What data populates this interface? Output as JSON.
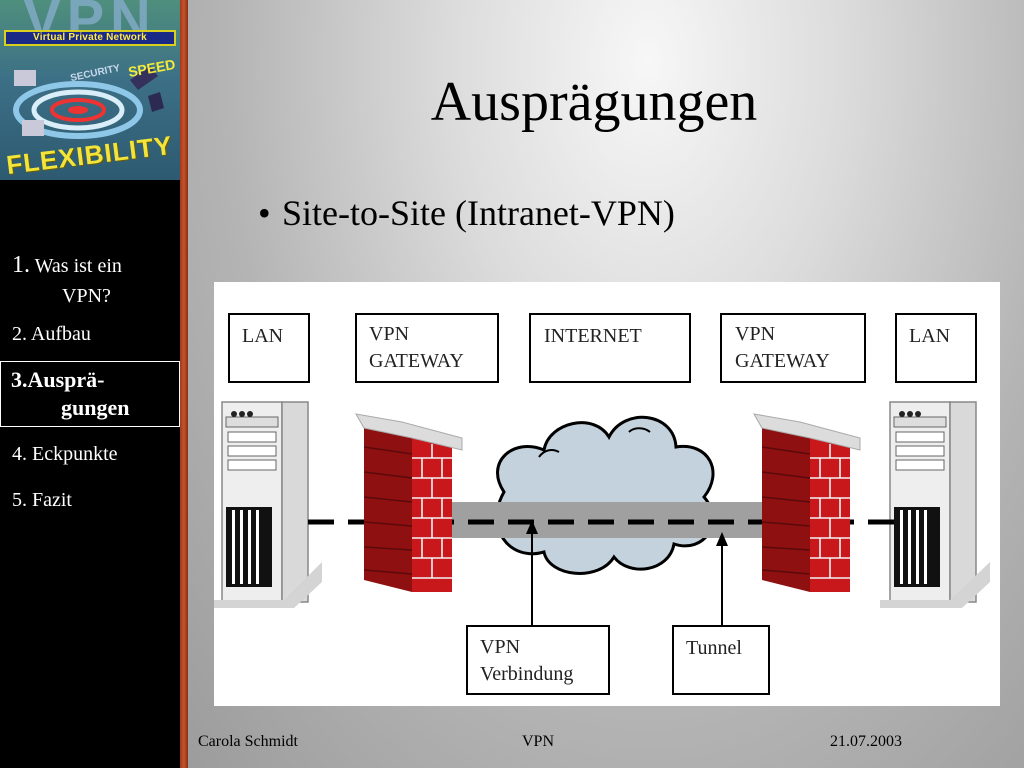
{
  "logo": {
    "big_text": "VPN",
    "band_text": "Virtual Private Network",
    "security_text": "SECURITY",
    "speed_text": "SPEED",
    "flexibility_text": "FLEXIBILITY"
  },
  "nav": {
    "items": [
      {
        "num": "1.",
        "label": "Was ist ein",
        "label2": "VPN?"
      },
      {
        "label": "2. Aufbau"
      },
      {
        "label": "3.Ausprä-",
        "label2": "gungen",
        "active": true
      },
      {
        "label": "4. Eckpunkte"
      },
      {
        "label": "5. Fazit"
      }
    ]
  },
  "slide": {
    "title": "Ausprägungen",
    "bullet_mark": "•",
    "bullet": "Site-to-Site (Intranet-VPN)"
  },
  "diagram": {
    "boxes": {
      "lan_left": "LAN",
      "vpn_gw_left_1": "VPN",
      "vpn_gw_left_2": "GATEWAY",
      "internet": "INTERNET",
      "vpn_gw_right_1": "VPN",
      "vpn_gw_right_2": "GATEWAY",
      "lan_right": "LAN",
      "connection_1": "VPN",
      "connection_2": "Verbindung",
      "tunnel": "Tunnel"
    },
    "colors": {
      "brick": "#c8181c",
      "brick_dark": "#6e0c0e",
      "cloud": "#c4d2de",
      "tunnel": "#a0a0a0"
    }
  },
  "footer": {
    "author": "Carola Schmidt",
    "topic": "VPN",
    "date": "21.07.2003"
  },
  "colors": {
    "sidebar_bg": "#000000",
    "accent_bar": "#c4532c",
    "text": "#000000"
  }
}
